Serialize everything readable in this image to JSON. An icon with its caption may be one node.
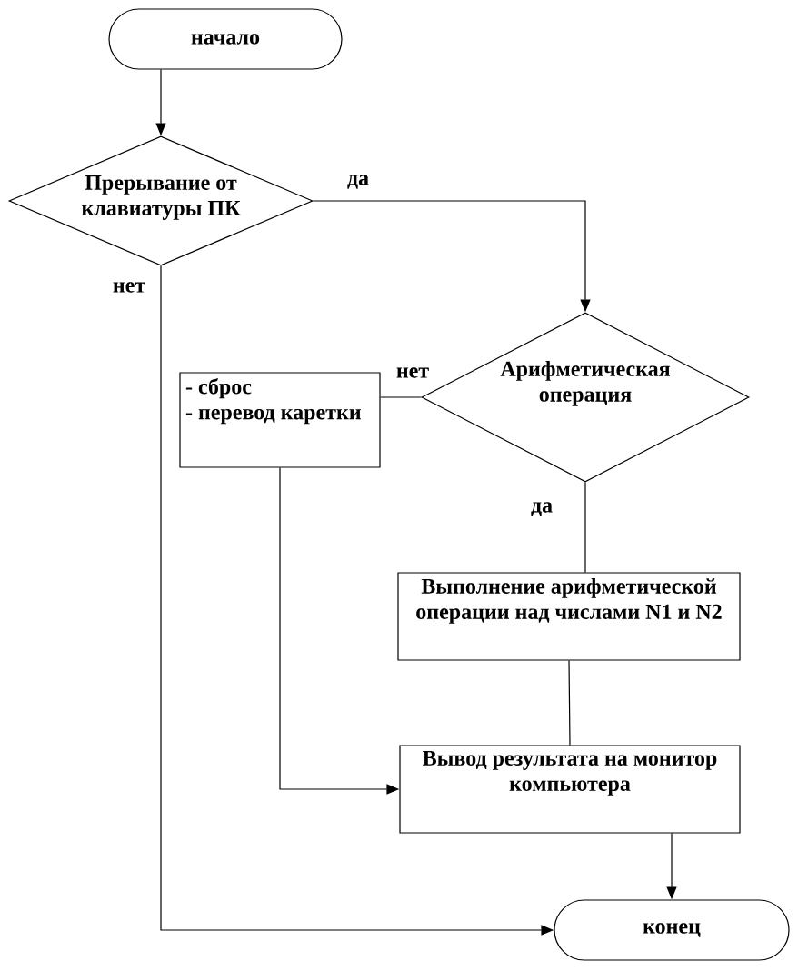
{
  "diagram": {
    "nodes": [
      {
        "text": [
          "начало"
        ]
      },
      {
        "text": [
          "Прерывание от клавиатуры ПК"
        ]
      },
      {
        "text": [
          "Арифметическая операция"
        ]
      },
      {
        "text": [
          "- сброс",
          "- перевод каретки"
        ]
      },
      {
        "text": [
          "Выполнение арифметической операции над числами N1 и N2"
        ]
      },
      {
        "text": [
          "Вывод результата на монитор компьютера"
        ]
      },
      {
        "text": [
          "конец"
        ]
      }
    ],
    "edges": [
      {
        "from": 0,
        "to": 1,
        "arrow": "to"
      },
      {
        "from": 1,
        "to": 2,
        "arrow": "to",
        "label": "да"
      },
      {
        "from": 1,
        "to": 6,
        "arrow": "to",
        "label": "нет"
      },
      {
        "from": 2,
        "to": 3,
        "arrow": "none",
        "label": "нет"
      },
      {
        "from": 2,
        "to": 4,
        "arrow": "none",
        "label": "да"
      },
      {
        "from": 4,
        "to": 5,
        "arrow": "none"
      },
      {
        "from": 3,
        "to": 5,
        "arrow": "to"
      },
      {
        "from": 5,
        "to": 6,
        "arrow": "to"
      }
    ]
  }
}
